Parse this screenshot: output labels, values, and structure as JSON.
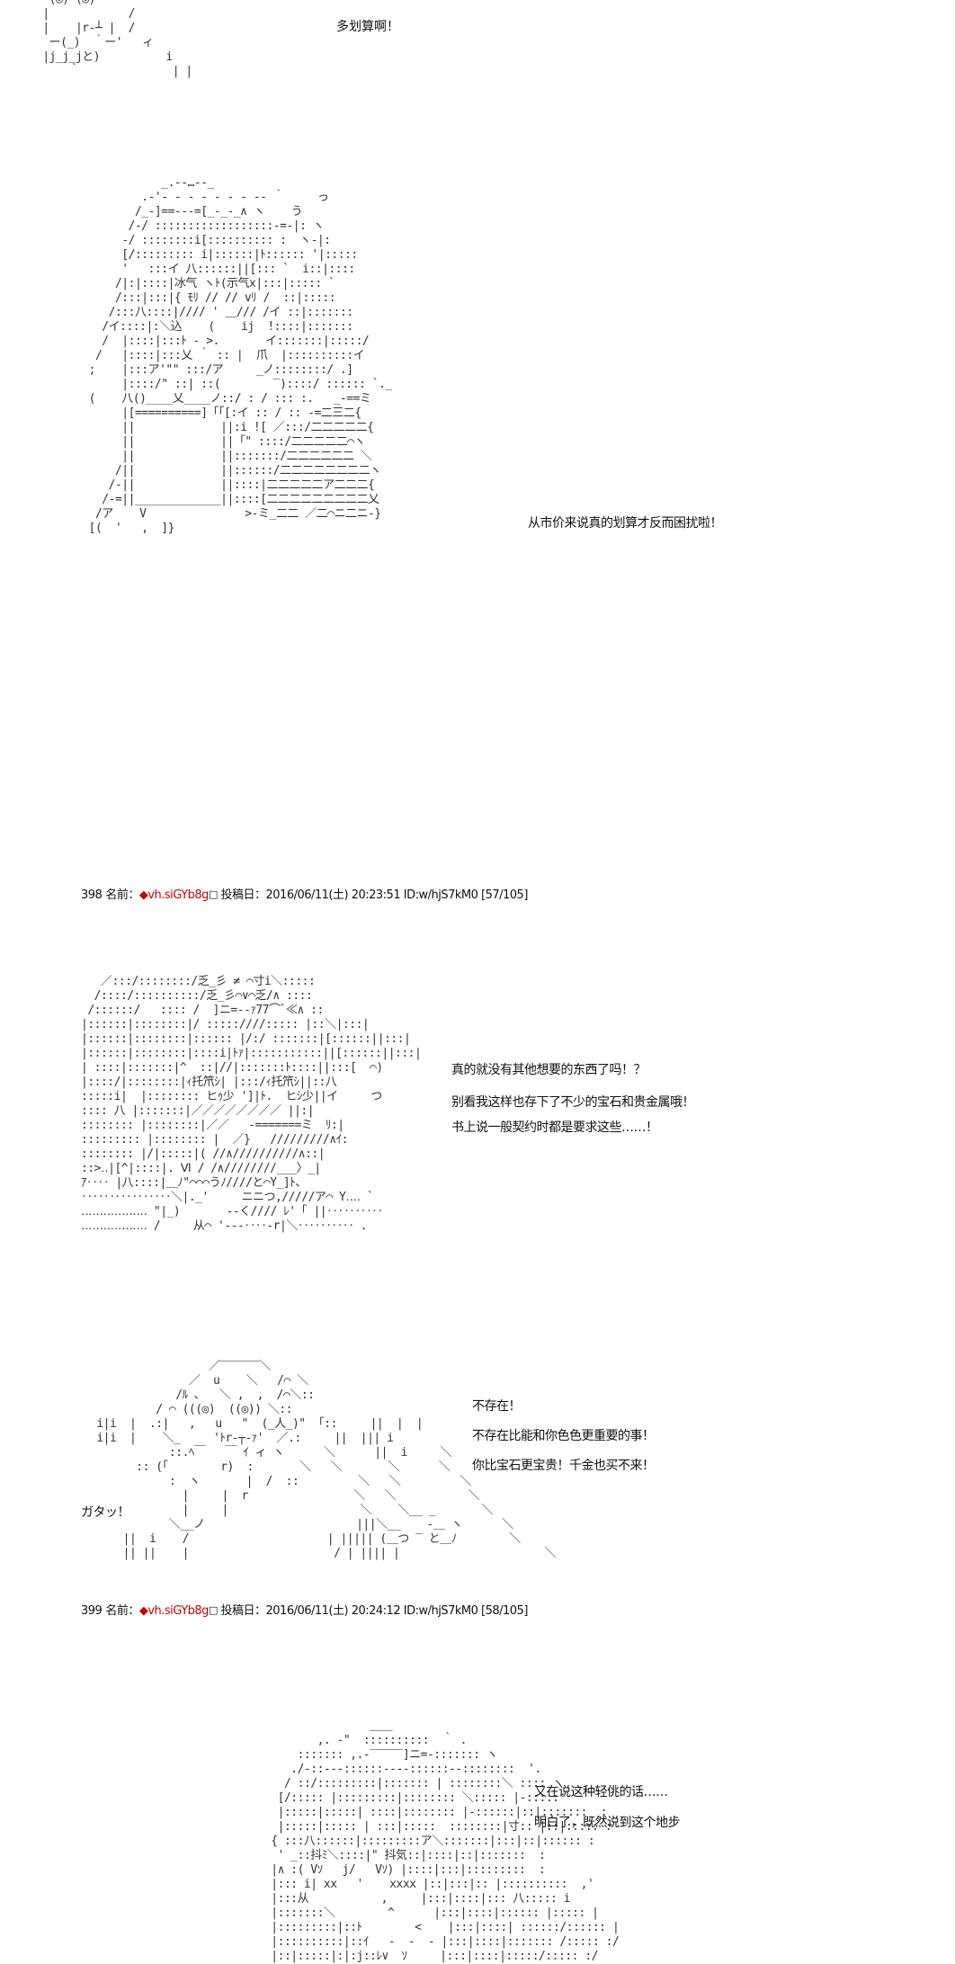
{
  "posts": [
    {
      "lines": [
        "多划算啊！"
      ]
    },
    {
      "lines": [
        "从市价来说真的划算才反而困扰啦！"
      ],
      "footer": {
        "number": "398",
        "name_label": "名前：",
        "trip": "◆vh.siGYb8g",
        "mark": "□",
        "date_label": "投稿日：",
        "date": "2016/06/11(土) 20:23:51",
        "id": "ID:w/hjS7kM0",
        "count": "[57/105]"
      }
    },
    {
      "lines": [
        "真的就没有其他想要的东西了吗！？",
        "别看我这样也存下了不少的宝石和贵金属哦！",
        "书上说一般契约时都是要求这些……！"
      ]
    },
    {
      "lines": [
        "不存在！",
        "不存在比能和你色色更重要的事！",
        "你比宝石更宝贵！千金也买不来！"
      ],
      "sfx": "ガタッ！",
      "footer": {
        "number": "399",
        "name_label": "名前：",
        "trip": "◆vh.siGYb8g",
        "mark": "□",
        "date_label": "投稿日：",
        "date": "2016/06/11(土) 20:24:12",
        "id": "ID:w/hjS7kM0",
        "count": "[58/105]"
      }
    },
    {
      "lines": [
        "又在说这种轻佻的话……",
        "明白了，既然说到这个地步"
      ]
    }
  ]
}
